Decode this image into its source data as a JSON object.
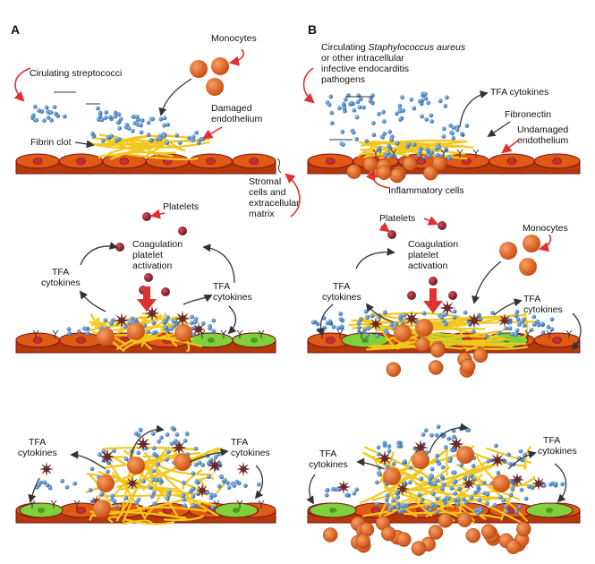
{
  "panels": {
    "A": "A",
    "B": "B"
  },
  "labels_a": {
    "monocytes": "Monocytes",
    "circulating": "Cirulating streptococci",
    "damaged_1": "Damaged",
    "damaged_2": "endothelium",
    "fibrin_clot": "Fibrin clot",
    "stromal_1": "Stromal",
    "stromal_2": "cells and",
    "stromal_3": "extracellular",
    "stromal_4": "matrix",
    "platelets": "Platelets",
    "coag_1": "Coagulation",
    "coag_2": "platelet",
    "coag_3": "activation",
    "tfa_left_1": "TFA",
    "tfa_left_2": "cytokines",
    "tfa_right_1": "TFA",
    "tfa_right_2": "cytokines",
    "tfa3_left_1": "TFA",
    "tfa3_left_2": "cytokines",
    "tfa3_right_1": "TFA",
    "tfa3_right_2": "cytokines"
  },
  "labels_b": {
    "circ_1_a": "Circulating ",
    "circ_1_b": "Staphylococcus aureus",
    "circ_2": "or other intracellular",
    "circ_3": "infective endocarditis",
    "circ_4": "pathogens",
    "tfa_top": "TFA cytokines",
    "fibronectin": "Fibronectin",
    "undamaged_1": "Undamaged",
    "undamaged_2": "endothelium",
    "inflammatory": "Inflammatory cells",
    "platelets": "Platelets",
    "monocytes": "Monocytes",
    "coag_1": "Coagulation",
    "coag_2": "platelet",
    "coag_3": "activation",
    "tfa_left_1": "TFA",
    "tfa_left_2": "cytokines",
    "tfa_right_1": "TFA",
    "tfa_right_2": "cytokines",
    "tfa3_left_1": "TFA",
    "tfa3_left_2": "cytokines",
    "tfa3_right_1": "TFA",
    "tfa3_right_2": "cytokines"
  },
  "colors": {
    "endothelium": "#e05a14",
    "endothelium_dark": "#b53a08",
    "stroma_line": "#7a1020",
    "nucleus": "#c0303a",
    "fibrin": "#f2c81e",
    "bacteria": "#3a78c0",
    "monocyte": "#e06018",
    "platelet": "#8a1e2a",
    "arrow_red": "#e03030",
    "arrow_dark": "#333333",
    "activated_cell": "#7fd03a",
    "star": "#6a2a2a"
  }
}
